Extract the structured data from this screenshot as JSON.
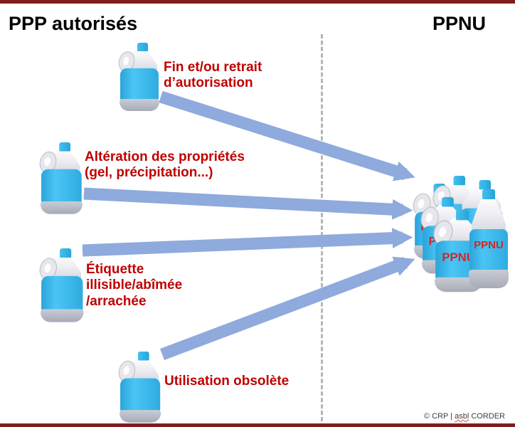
{
  "slide": {
    "left_title": "PPP autorisés",
    "right_title": "PPNU",
    "reasons": [
      {
        "label": "Fin et/ou retrait\nd’autorisation"
      },
      {
        "label": "Altération des propriétés\n(gel, précipitation...)"
      },
      {
        "label": "Étiquette\nillisible/abîmée\n/arrachée"
      },
      {
        "label": "Utilisation obsolète"
      }
    ],
    "bottle_label": "PPNU",
    "footer": {
      "copyright_prefix": "© CRP | ",
      "misspelled_word": "asbl",
      "org_suffix": " CORDER"
    }
  },
  "colors": {
    "accent_arrow": "#8FAADC",
    "label_red": "#C00000",
    "bottle_blue": "#38B6E9",
    "bar_maroon": "#7F1D1D",
    "ppnu_red": "#D42626",
    "dash_gray": "#B5B5B5",
    "footer_gray": "#3F3F3F"
  }
}
